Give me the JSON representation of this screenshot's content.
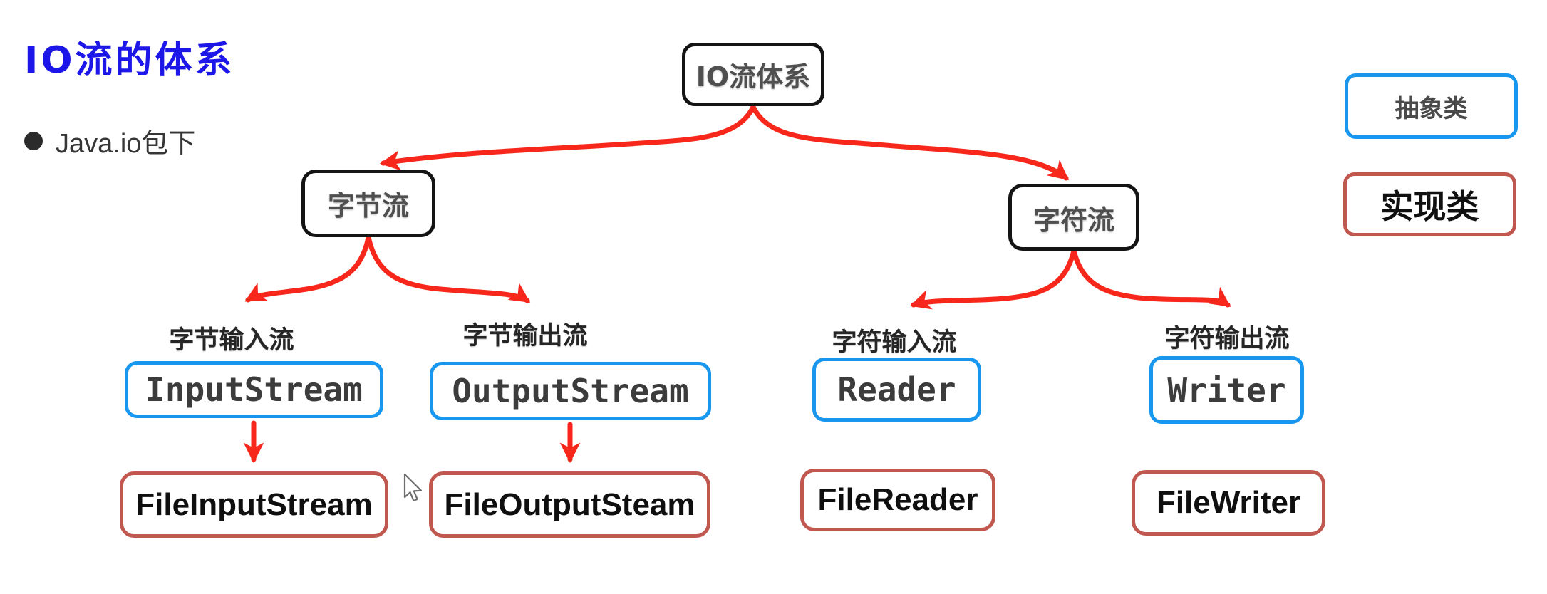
{
  "page": {
    "title": "IO流的体系",
    "bullet": "Java.io包下"
  },
  "tree": {
    "root": {
      "label": "IO流体系"
    },
    "byte_stream": {
      "label": "字节流"
    },
    "char_stream": {
      "label": "字符流"
    },
    "leaves": [
      {
        "group_label": "字节输入流",
        "abstract_class": "InputStream",
        "impl_class": "FileInputStream"
      },
      {
        "group_label": "字节输出流",
        "abstract_class": "OutputStream",
        "impl_class": "FileOutputSteam"
      },
      {
        "group_label": "字符输入流",
        "abstract_class": "Reader",
        "impl_class": "FileReader"
      },
      {
        "group_label": "字符输出流",
        "abstract_class": "Writer",
        "impl_class": "FileWriter"
      }
    ]
  },
  "legend": {
    "abstract_label": "抽象类",
    "impl_label": "实现类"
  },
  "colors": {
    "title_blue": "#1c17e8",
    "abstract_border_blue": "#1997ef",
    "impl_border_red": "#c0584f",
    "arrow_red": "#f8271b",
    "node_border_black": "#141414"
  }
}
